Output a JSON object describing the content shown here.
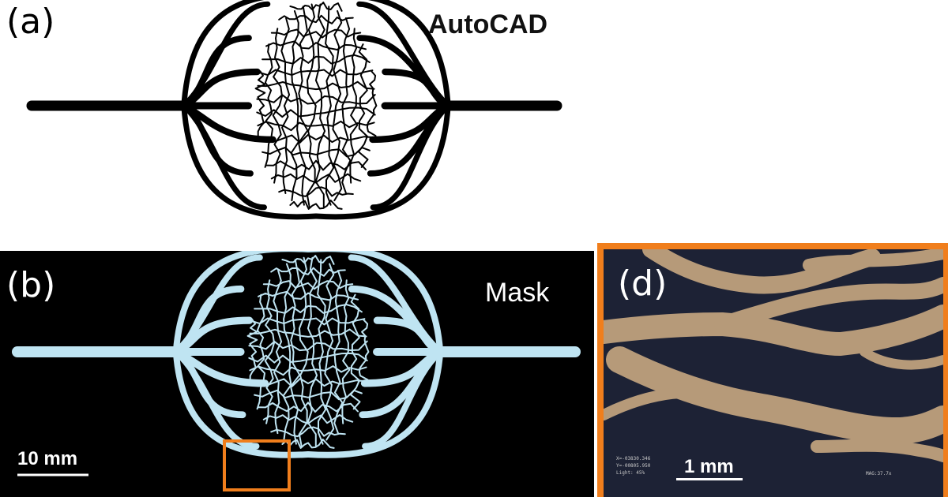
{
  "panels": {
    "a": {
      "label": "(a)",
      "title": "AutoCAD"
    },
    "b": {
      "label": "(b)",
      "title": "Mask",
      "scale_bar": "10 mm"
    },
    "d": {
      "label": "(d)",
      "scale_bar": "1 mm",
      "overlay_lines": [
        "X=-03830.346",
        "Y=-00805.950",
        "Light: 45%"
      ],
      "mag": "MAG:37.7x"
    }
  },
  "colors": {
    "channel_black": "#000000",
    "mask_channel": "#bfe4f2",
    "zoom_box": "#f07e1c",
    "micro_channel": "#b69a79",
    "micro_bg": "#1d2235"
  }
}
